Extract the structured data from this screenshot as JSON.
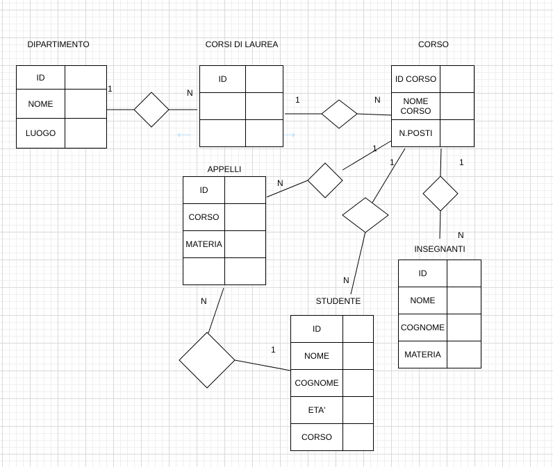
{
  "entities": {
    "dipartimento": {
      "title": "DIPARTIMENTO",
      "rows": [
        "ID",
        "NOME",
        "LUOGO"
      ]
    },
    "corsi_di_laurea": {
      "title": "CORSI DI LAUREA",
      "rows": [
        "ID",
        "",
        ""
      ]
    },
    "corso": {
      "title": "CORSO",
      "rows": [
        "ID CORSO",
        "NOME CORSO",
        "N.POSTI"
      ]
    },
    "appelli": {
      "title": "APPELLI",
      "rows": [
        "ID",
        "CORSO",
        "MATERIA",
        ""
      ]
    },
    "insegnanti": {
      "title": "INSEGNANTI",
      "rows": [
        "ID",
        "NOME",
        "COGNOME",
        "MATERIA"
      ]
    },
    "studente": {
      "title": "STUDENTE",
      "rows": [
        "ID",
        "NOME",
        "COGNOME",
        "ETA'",
        "CORSO"
      ]
    }
  },
  "relationships": [
    {
      "from": "dipartimento",
      "to": "corsi_di_laurea",
      "from_card": "1",
      "to_card": "N"
    },
    {
      "from": "corsi_di_laurea",
      "to": "corso",
      "from_card": "1",
      "to_card": "N"
    },
    {
      "from": "corso",
      "to": "appelli",
      "from_card": "1",
      "to_card": "N"
    },
    {
      "from": "corso",
      "to": "studente",
      "from_card": "1",
      "to_card": "N"
    },
    {
      "from": "corso",
      "to": "insegnanti",
      "from_card": "1",
      "to_card": "N"
    },
    {
      "from": "studente",
      "to": "appelli",
      "from_card": "1",
      "to_card": "N"
    }
  ],
  "selection_handles": [
    "⟵",
    "⟶"
  ]
}
